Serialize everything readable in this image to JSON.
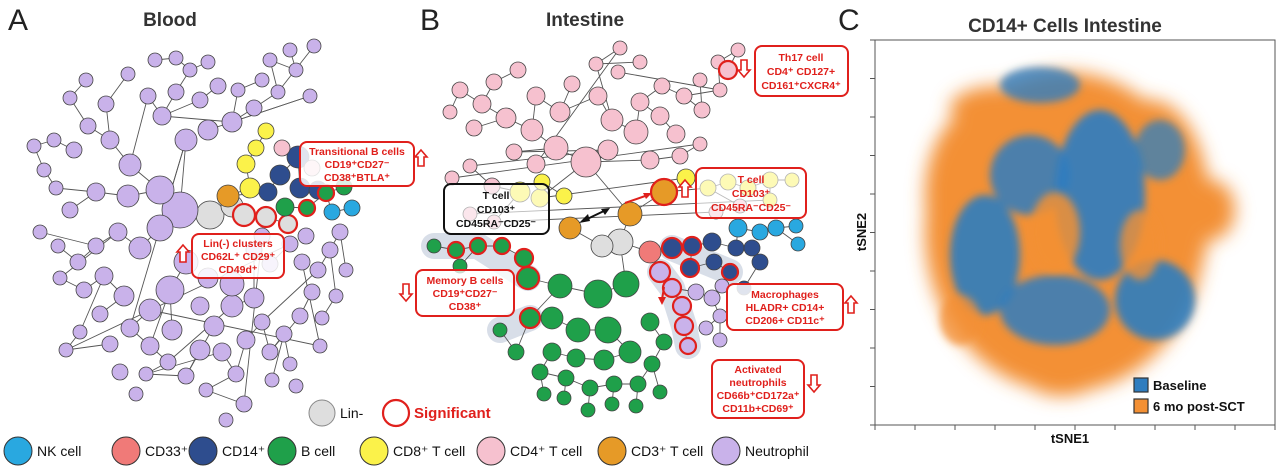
{
  "colors": {
    "nk": "#29a8e0",
    "cd33": "#f07a78",
    "cd14": "#2e4d8e",
    "bcell": "#1fa04a",
    "cd8": "#fbf24a",
    "cd4": "#f6c1cf",
    "cd3": "#e69a27",
    "neutrophil": "#c9b2ea",
    "lin": "#dedede",
    "significant": "#e0201c",
    "baseline": "#2f7dbf",
    "post": "#f39034"
  },
  "panels": {
    "a": {
      "letter": "A",
      "title": "Blood"
    },
    "b": {
      "letter": "B",
      "title": "Intestine"
    },
    "c": {
      "letter": "C",
      "title": "CD14+ Cells Intestine"
    }
  },
  "callouts": {
    "transitional_b": [
      "Transitional B cells",
      "CD19⁺CD27⁻",
      "CD38⁺BTLA⁺"
    ],
    "lin_clusters": [
      "Lin(-) clusters",
      "CD62L⁺ CD29⁺",
      "CD49d⁺"
    ],
    "th17": [
      "Th17 cell",
      "CD4⁺ CD127+",
      "CD161⁺CXCR4⁺"
    ],
    "t_cell_black": [
      "T cell",
      "CD103⁺",
      "CD45RA⁻CD25⁻"
    ],
    "t_cell_red": [
      "T cell",
      "CD103⁺",
      "CD45RA⁻CD25⁻"
    ],
    "memory_b": [
      "Memory B cells",
      "CD19⁺CD27⁻",
      "CD38⁺"
    ],
    "macrophages": [
      "Macrophages",
      "HLADR+ CD14+",
      "CD206+ CD11c⁺"
    ],
    "neutrophils": [
      "Activated",
      "neutrophils",
      "CD66b⁺CD172a⁺",
      "CD11b+CD69⁺"
    ]
  },
  "legend": {
    "lin": "Lin-",
    "significant": "Significant",
    "items": [
      {
        "key": "nk",
        "label": "NK cell"
      },
      {
        "key": "cd33",
        "label": "CD33⁺"
      },
      {
        "key": "cd14",
        "label": "CD14⁺"
      },
      {
        "key": "bcell",
        "label": "B cell"
      },
      {
        "key": "cd8",
        "label": "CD8⁺ T cell"
      },
      {
        "key": "cd4",
        "label": "CD4⁺ T cell"
      },
      {
        "key": "cd3",
        "label": "CD3⁺ T cell"
      },
      {
        "key": "neutrophil",
        "label": "Neutrophil"
      }
    ]
  },
  "tsne": {
    "xlabel": "tSNE1",
    "ylabel": "tSNE2",
    "legend": [
      {
        "key": "baseline",
        "label": "Baseline"
      },
      {
        "key": "post",
        "label": "6 mo post-SCT"
      }
    ]
  }
}
